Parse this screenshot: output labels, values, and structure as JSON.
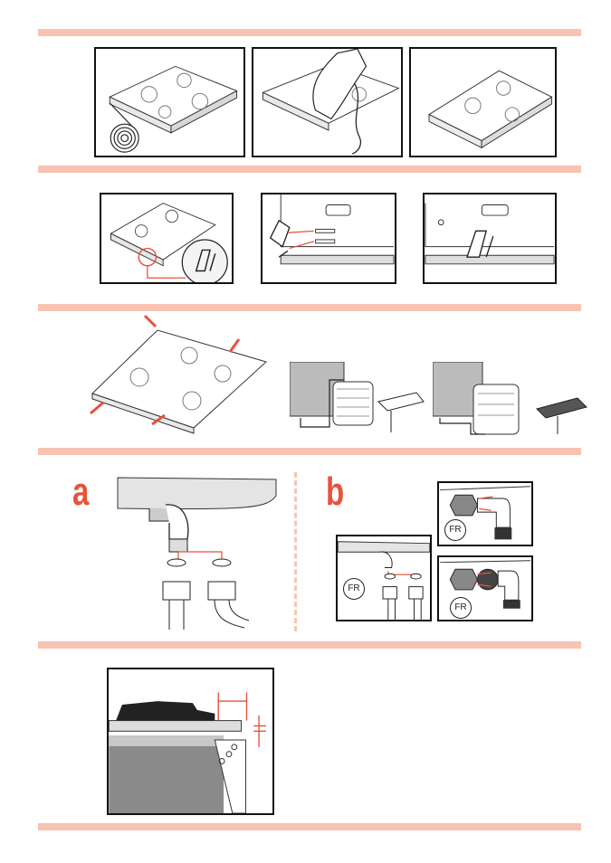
{
  "colors": {
    "band": "#f8c3b3",
    "accent_red": "#e8523a",
    "line": "#111111"
  },
  "section_gas": {
    "label_a": "a",
    "label_b": "b",
    "fr_markers": [
      "FR",
      "FR",
      "FR"
    ]
  },
  "icons": [
    "sealing-tape-icon",
    "clamp-bracket-icon",
    "arrow-icon",
    "hose-fitting-icon"
  ]
}
